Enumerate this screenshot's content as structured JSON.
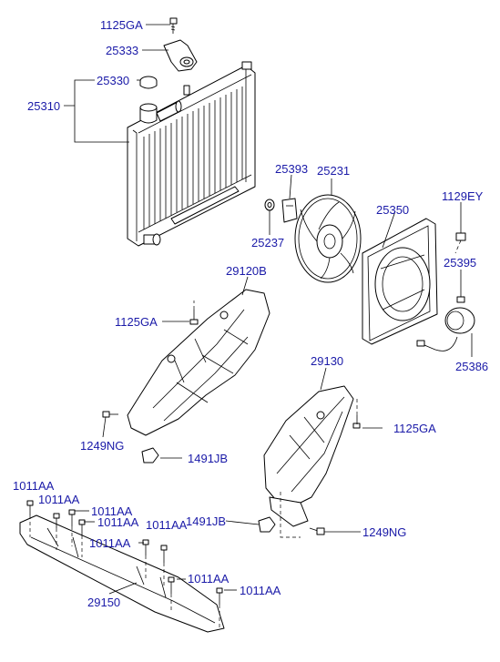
{
  "labels": {
    "p1125GA_top": "1125GA",
    "p25333": "25333",
    "p25330": "25330",
    "p25310": "25310",
    "p25393": "25393",
    "p25231": "25231",
    "p1129EY": "1129EY",
    "p25350": "25350",
    "p25237": "25237",
    "p25395": "25395",
    "p25386": "25386",
    "p29120B": "29120B",
    "p1125GA_mid": "1125GA",
    "p29130": "29130",
    "p1249NG_left": "1249NG",
    "p1125GA_right": "1125GA",
    "p1491JB_upper": "1491JB",
    "p1011AA_1": "1011AA",
    "p1011AA_2": "1011AA",
    "p1011AA_3": "1011AA",
    "p1011AA_4": "1011AA",
    "p1011AA_5": "1011AA",
    "p1011AA_6": "1011AA",
    "p1011AA_7": "1011AA",
    "p1011AA_8": "1011AA",
    "p1491JB_lower": "1491JB",
    "p1249NG_right": "1249NG",
    "p29150": "29150"
  },
  "colors": {
    "label": "#1a1aa8",
    "line": "#000000"
  }
}
